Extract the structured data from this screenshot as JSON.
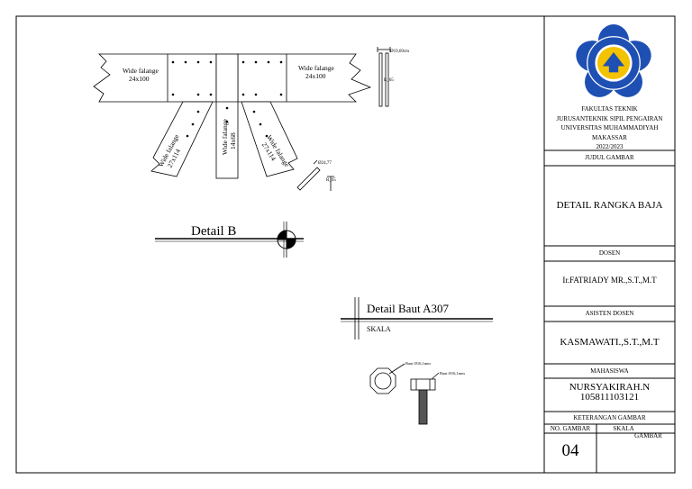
{
  "drawing": {
    "beam_left_label": [
      "Wide falange",
      "24x100"
    ],
    "beam_right_label": [
      "Wide falange",
      "24x100"
    ],
    "column_label": [
      "Wide falange",
      "14x68"
    ],
    "brace_left_label": [
      "Wide falange",
      "27x114"
    ],
    "brace_right_label": [
      "Wide falange",
      "27x114"
    ],
    "section_top_dim": "Ø19,69cm",
    "section_side_dim": "R_65",
    "angle_dim": "Ø24,77",
    "angle_side_dim": "R_65",
    "detail_b_title": "Detail B",
    "detail_baut_title": "Detail Baut A307",
    "skala_label": "SKALA",
    "bolt_callout_1": "Baut Ø16,1mm",
    "bolt_callout_2": "Baut Ø16,1mm"
  },
  "title_block": {
    "institution": [
      "FAKULTAS TEKNIK",
      "JURUSANTEKNIK SIPIL PENGAIRAN",
      "UNIVERSITAS MUHAMMADIYAH",
      "MAKASSAR",
      "2022/2023"
    ],
    "judul_header": "JUDUL GAMBAR",
    "judul_value": "DETAIL RANGKA BAJA",
    "dosen_header": "DOSEN",
    "dosen_value": "Ir.FATRIADY MR.,S.T.,M.T",
    "asisten_header": "ASISTEN DOSEN",
    "asisten_value": "KASMAWATI.,S.T.,M.T",
    "mahasiswa_header": "MAHASISWA",
    "mahasiswa_name": "NURSYAKIRAH.N",
    "mahasiswa_nim": "105811103121",
    "keterangan_header": "KETERANGAN GAMBAR",
    "no_gambar_header": "NO. GAMBAR",
    "skala_header": "SKALA",
    "gambar_label": "GAMBAR",
    "no_gambar_value": "04"
  },
  "logo": {
    "colors": {
      "petal": "#1e4fb3",
      "ring": "#ffffff",
      "center": "#f3c200"
    }
  }
}
